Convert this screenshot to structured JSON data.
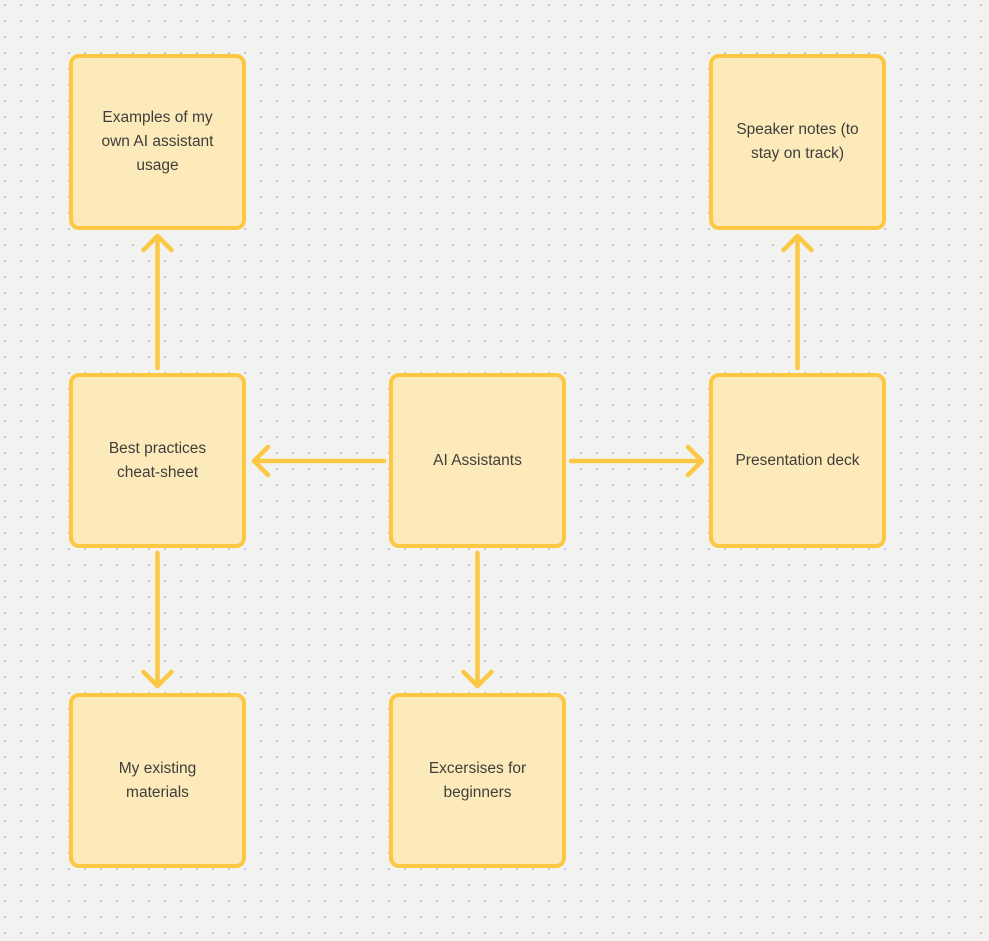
{
  "canvas": {
    "background_color": "#F2F2F1",
    "dot_color": "#C8C8C8",
    "accent_color": "#FCC843",
    "note_fill_color": "#FCEABB",
    "note_text_color": "#403E3A"
  },
  "diagram": {
    "type": "mind-map",
    "nodes": [
      {
        "id": "examples",
        "label": "Examples of my own AI assistant usage"
      },
      {
        "id": "speaker-notes",
        "label": "Speaker notes (to stay on track)"
      },
      {
        "id": "best-practices",
        "label": "Best practices cheat-sheet"
      },
      {
        "id": "ai-assistants",
        "label": "AI Assistants"
      },
      {
        "id": "presentation-deck",
        "label": "Presentation deck"
      },
      {
        "id": "existing-materials",
        "label": "My existing materials"
      },
      {
        "id": "exercises",
        "label": "Excersises for beginners"
      }
    ],
    "edges": [
      {
        "from": "ai-assistants",
        "to": "best-practices",
        "direction": "left"
      },
      {
        "from": "ai-assistants",
        "to": "presentation-deck",
        "direction": "right"
      },
      {
        "from": "ai-assistants",
        "to": "exercises",
        "direction": "down"
      },
      {
        "from": "best-practices",
        "to": "examples",
        "direction": "up"
      },
      {
        "from": "best-practices",
        "to": "existing-materials",
        "direction": "down"
      },
      {
        "from": "presentation-deck",
        "to": "speaker-notes",
        "direction": "up"
      }
    ]
  }
}
